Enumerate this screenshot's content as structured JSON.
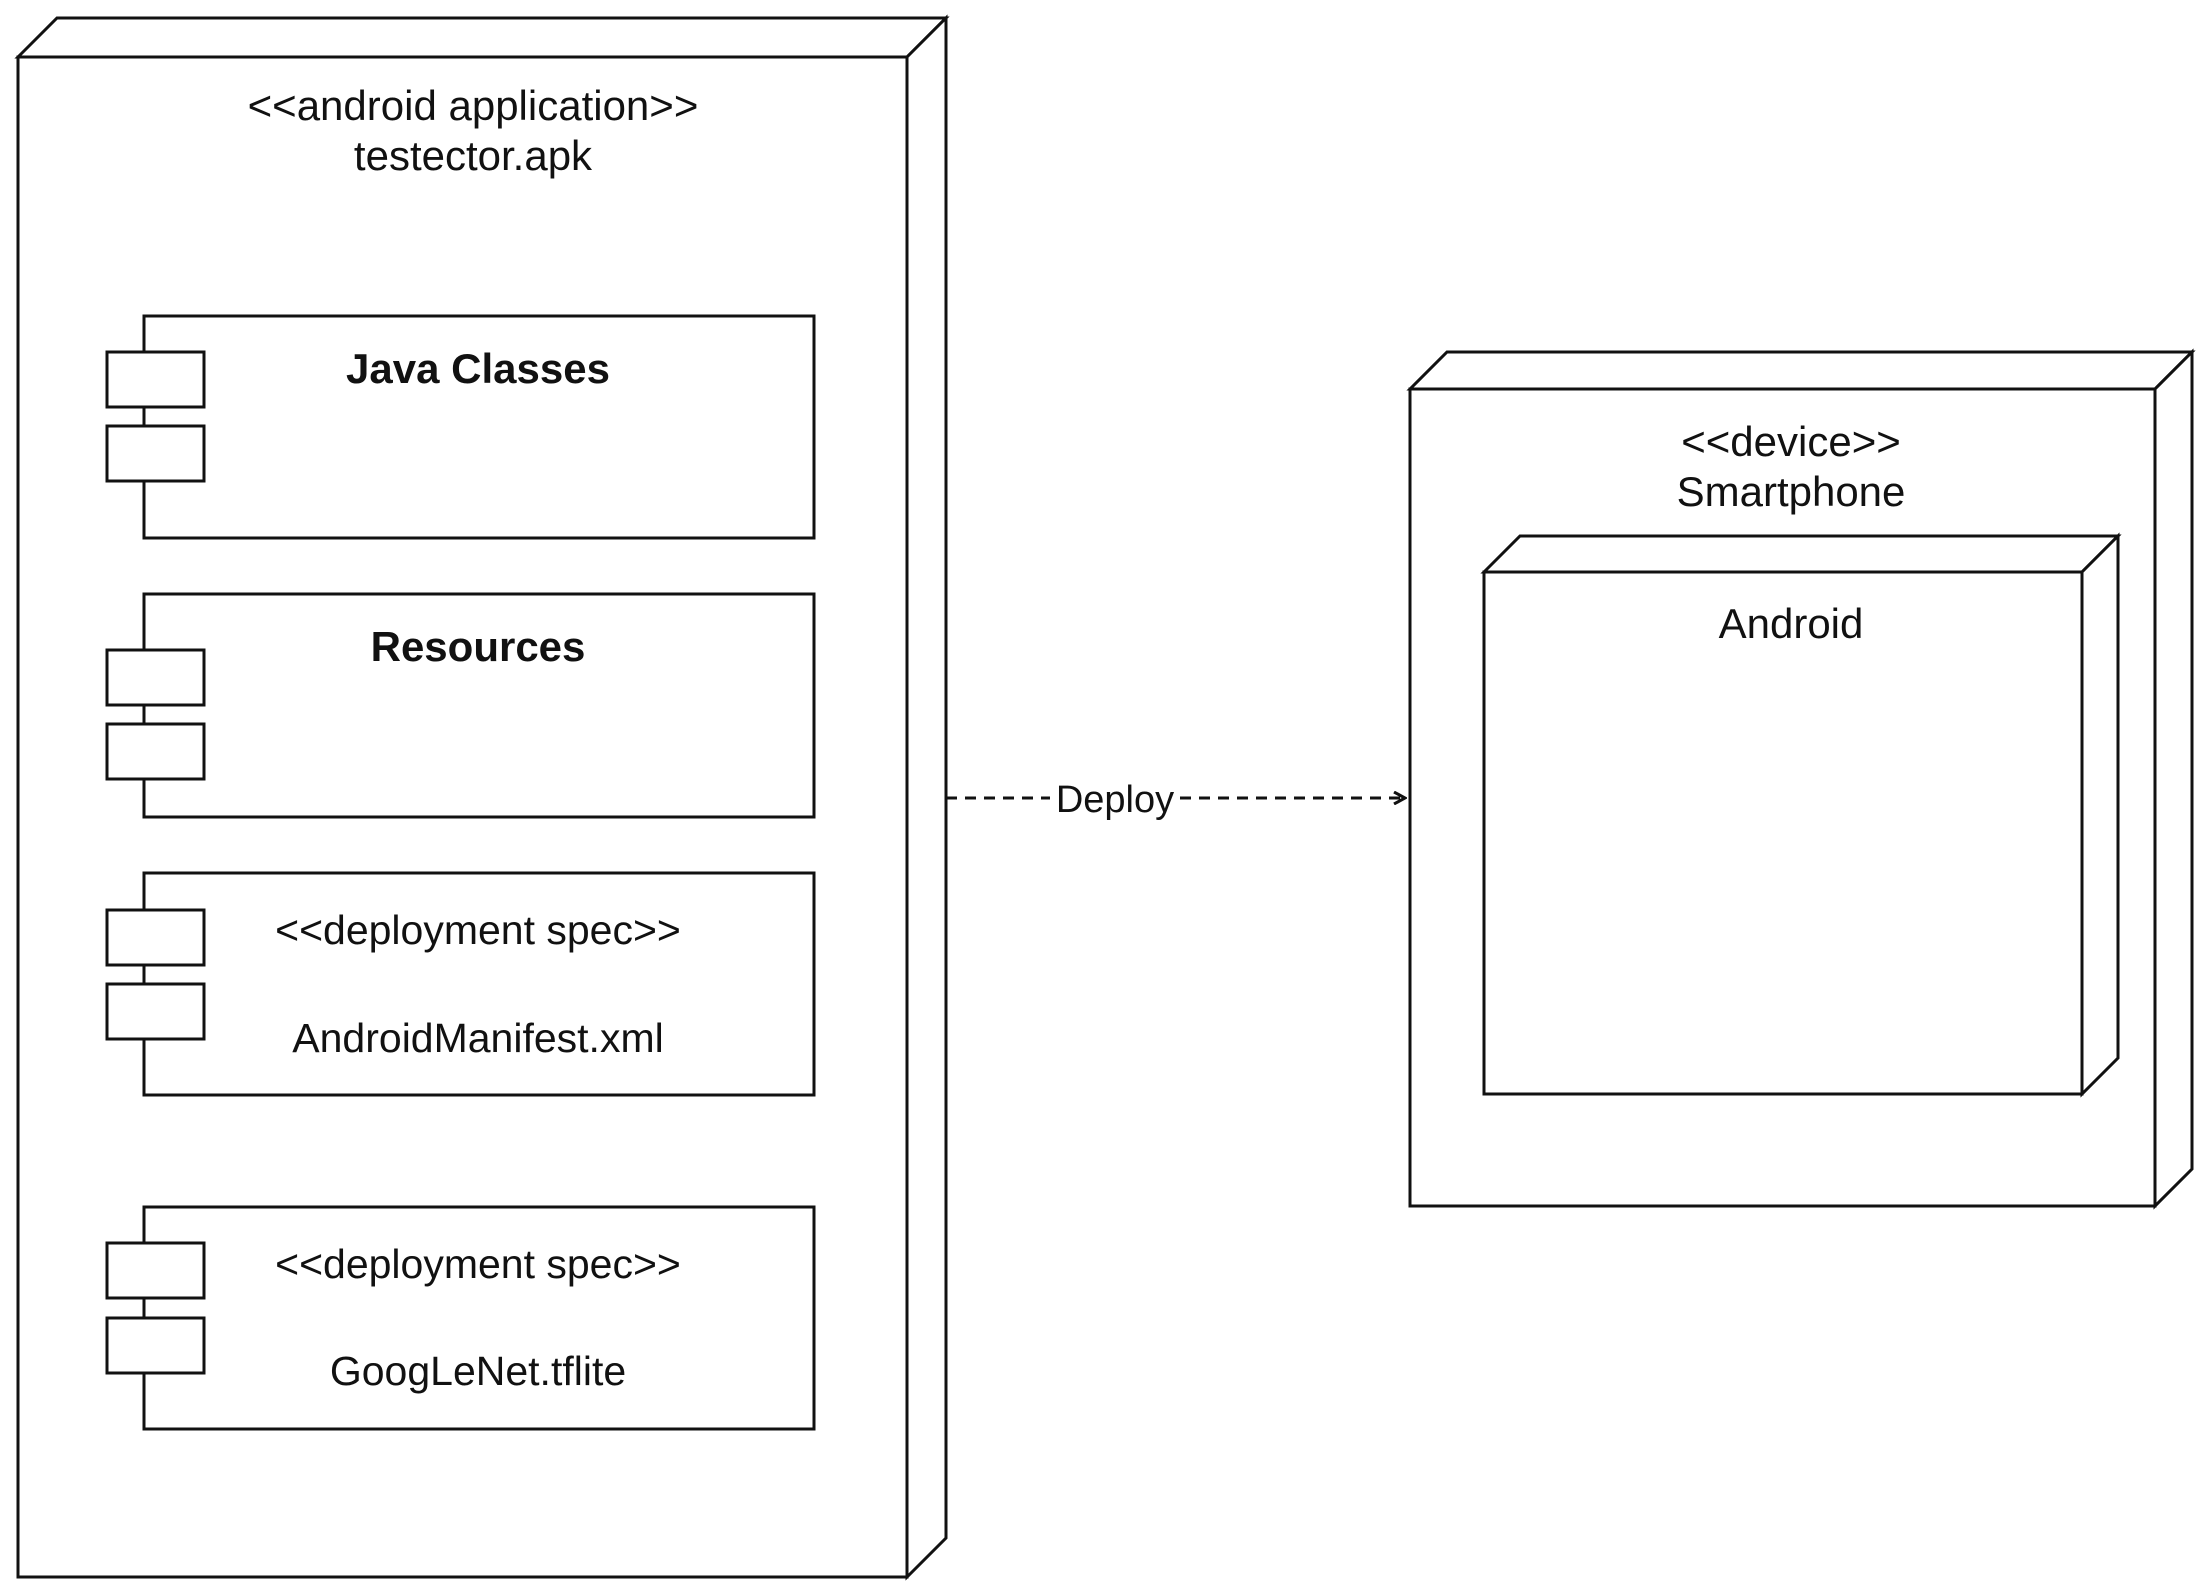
{
  "diagram": {
    "type": "UML deployment diagram",
    "application_node": {
      "stereotype": "<<android application>>",
      "name": "testector.apk",
      "components": [
        {
          "stereotype": "",
          "name": "Java Classes",
          "bold": true
        },
        {
          "stereotype": "",
          "name": "Resources",
          "bold": true
        },
        {
          "stereotype": "<<deployment spec>>",
          "name": "AndroidManifest.xml",
          "bold": false
        },
        {
          "stereotype": "<<deployment spec>>",
          "name": "GoogLeNet.tflite",
          "bold": false
        }
      ]
    },
    "device_node": {
      "stereotype": "<<device>>",
      "name": "Smartphone",
      "inner_node": {
        "name": "Android"
      }
    },
    "edge": {
      "label": "Deploy",
      "style": "dashed",
      "from": "application_node",
      "to": "device_node"
    }
  },
  "colors": {
    "line": "#111111",
    "fill": "#ffffff",
    "background": "#ffffff"
  }
}
